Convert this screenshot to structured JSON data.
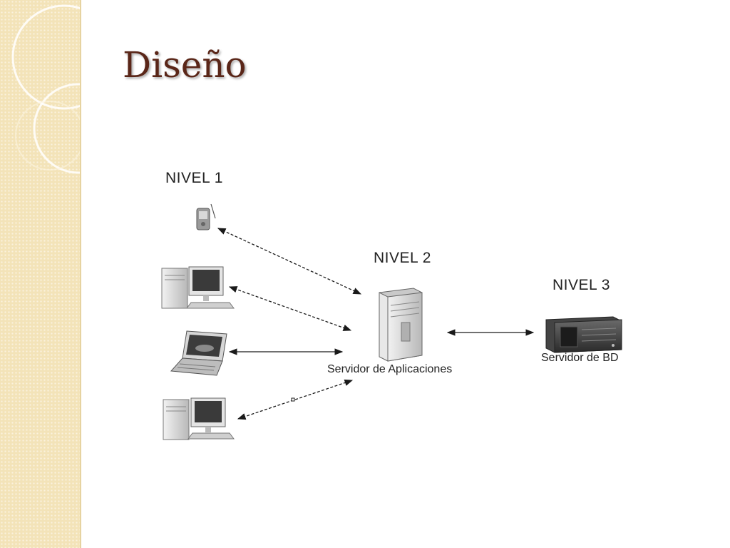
{
  "slide": {
    "title": "Diseño"
  },
  "diagram": {
    "tier1_label": "NIVEL 1",
    "tier2_label": "NIVEL 2",
    "tier3_label": "NIVEL 3",
    "app_server_caption": "Servidor de Aplicaciones",
    "db_server_caption": "Servidor de BD",
    "clients": [
      {
        "icon": "handheld-device-icon"
      },
      {
        "icon": "desktop-computer-icon"
      },
      {
        "icon": "laptop-icon"
      },
      {
        "icon": "desktop-computer-icon"
      }
    ],
    "app_server_icon": "tower-server-icon",
    "db_server_icon": "rack-server-icon"
  },
  "colors": {
    "sidebar": "#f3e3b8",
    "title": "#5a2618",
    "text": "#222222"
  }
}
